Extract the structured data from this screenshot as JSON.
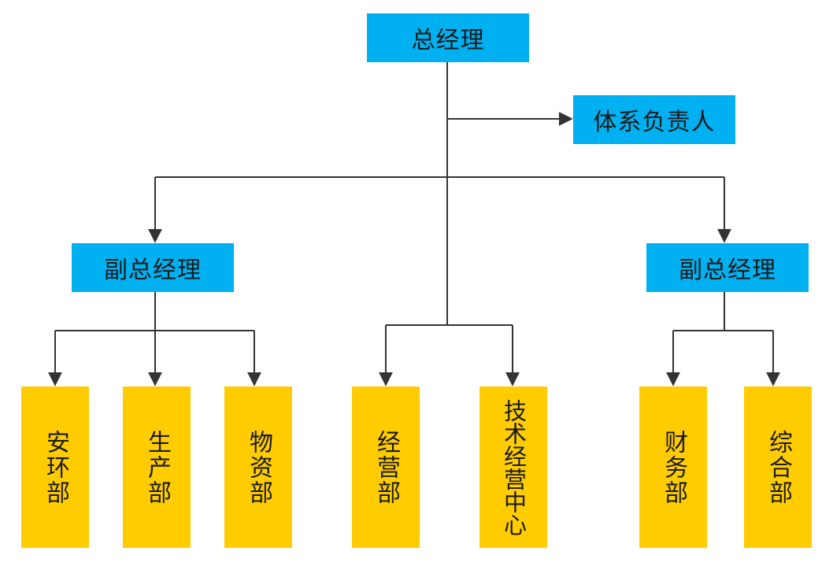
{
  "nodes": {
    "general_manager": "总经理",
    "system_owner": "体系负责人",
    "deputy_gm_left": "副总经理",
    "deputy_gm_right": "副总经理"
  },
  "departments": {
    "safety_env": "安环部",
    "production": "生产部",
    "materials": "物资部",
    "business": "经营部",
    "tech_business_center": "技术经营中心",
    "finance": "财务部",
    "general_affairs": "综合部"
  },
  "colors": {
    "manager_fill": "#00b0f0",
    "department_fill": "#ffcc00",
    "connector": "#333333"
  }
}
